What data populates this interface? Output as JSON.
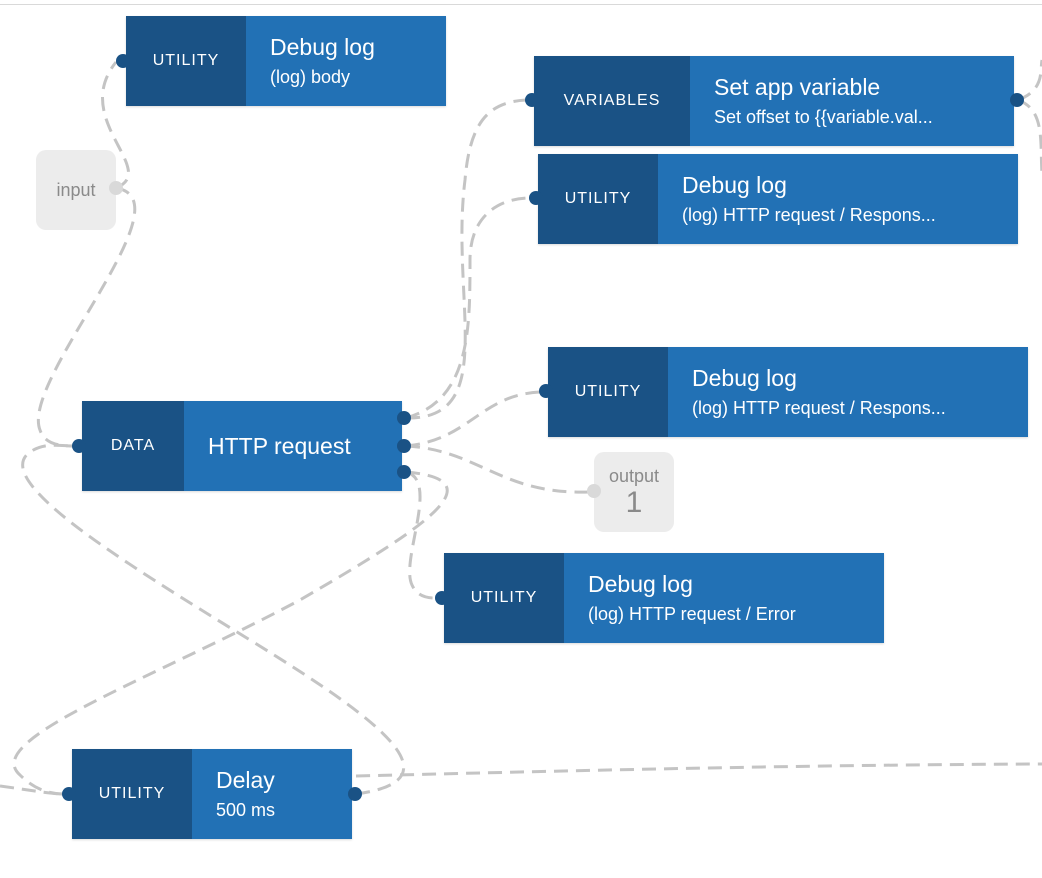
{
  "nodes": {
    "debug_body": {
      "category": "UTILITY",
      "title": "Debug log",
      "subtitle": "(log) body"
    },
    "set_var": {
      "category": "VARIABLES",
      "title": "Set app variable",
      "subtitle": "Set offset to {{variable.val..."
    },
    "debug_resp1": {
      "category": "UTILITY",
      "title": "Debug log",
      "subtitle": "(log) HTTP request / Respons..."
    },
    "http": {
      "category": "DATA",
      "title": "HTTP request"
    },
    "debug_resp2": {
      "category": "UTILITY",
      "title": "Debug log",
      "subtitle": "(log) HTTP request / Respons..."
    },
    "debug_error": {
      "category": "UTILITY",
      "title": "Debug log",
      "subtitle": "(log) HTTP request / Error"
    },
    "delay": {
      "category": "UTILITY",
      "title": "Delay",
      "subtitle": "500 ms"
    }
  },
  "input_node": {
    "label": "input"
  },
  "output_node": {
    "label": "output",
    "number": "1"
  },
  "colors": {
    "node_body": "#2271b5",
    "node_category": "#1a5285",
    "wire": "#c4c4c4",
    "io_background": "#ececec"
  }
}
